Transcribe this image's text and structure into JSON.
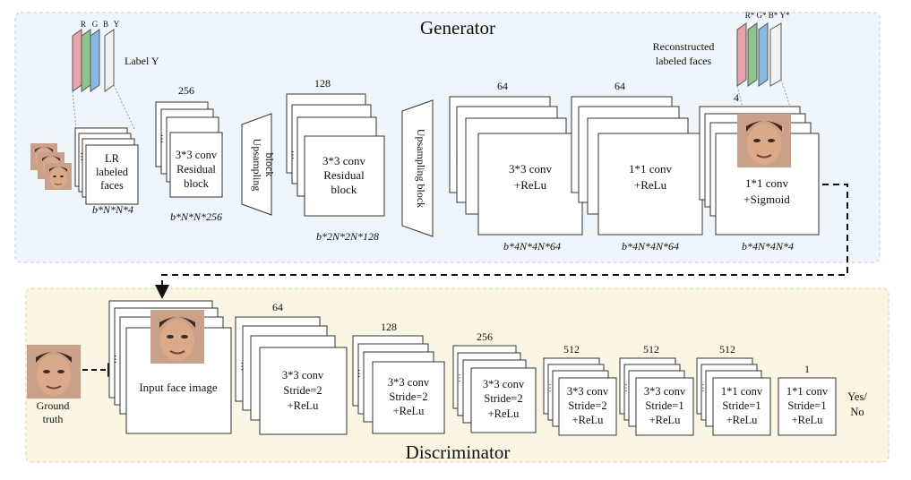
{
  "generator": {
    "title": "Generator",
    "label_block": {
      "title": "Label Y",
      "channels": [
        "R",
        "G",
        "B",
        "Y"
      ]
    },
    "blocks": [
      {
        "lines": [
          "LR",
          "labeled",
          "faces"
        ],
        "dim": "b*N*N*4"
      },
      {
        "count": "256",
        "lines": [
          "3*3 conv",
          "Residual",
          "block"
        ],
        "dim": "b*N*N*256"
      },
      {
        "lines": [
          "Upsampling",
          "block"
        ]
      },
      {
        "count": "128",
        "lines": [
          "3*3 conv",
          "Residual",
          "block"
        ],
        "dim": "b*2N*2N*128"
      },
      {
        "lines": [
          "Upsampling block"
        ]
      },
      {
        "count": "64",
        "lines": [
          "3*3 conv",
          "+ReLu"
        ],
        "dim": "b*4N*4N*64"
      },
      {
        "count": "64",
        "lines": [
          "1*1 conv",
          "+ReLu"
        ],
        "dim": "b*4N*4N*64"
      },
      {
        "count": "4",
        "lines": [
          "1*1 conv",
          "+Sigmoid"
        ],
        "dim": "b*4N*4N*4"
      }
    ],
    "output": {
      "title_lines": [
        "Reconstructed",
        "labeled faces"
      ],
      "channels": [
        "R*",
        "G*",
        "B*",
        "Y*"
      ]
    }
  },
  "discriminator": {
    "title": "Discriminator",
    "ground_truth": [
      "Ground",
      "truth"
    ],
    "input_label": "Input face image",
    "blocks": [
      {
        "count": "64",
        "lines": [
          "3*3 conv",
          "Stride=2",
          "+ReLu"
        ]
      },
      {
        "count": "128",
        "lines": [
          "3*3 conv",
          "Stride=2",
          "+ReLu"
        ]
      },
      {
        "count": "256",
        "lines": [
          "3*3 conv",
          "Stride=2",
          "+ReLu"
        ]
      },
      {
        "count": "512",
        "lines": [
          "3*3 conv",
          "Stride=2",
          "+ReLu"
        ]
      },
      {
        "count": "512",
        "lines": [
          "3*3 conv",
          "Stride=1",
          "+ReLu"
        ]
      },
      {
        "count": "512",
        "lines": [
          "1*1 conv",
          "Stride=1",
          "+ReLu"
        ]
      },
      {
        "count": "1",
        "lines": [
          "1*1 conv",
          "Stride=1",
          "+ReLu"
        ]
      }
    ],
    "output_lines": [
      "Yes/",
      "No"
    ]
  },
  "colors": {
    "generator_panel": "#eef6fb",
    "discriminator_panel": "#fbf6e4",
    "channel_r": "#e8a3ad",
    "channel_g": "#8fc58b",
    "channel_b": "#88b8e4",
    "channel_y": "#f2f2f2",
    "face_skin": "#c99a7c"
  }
}
